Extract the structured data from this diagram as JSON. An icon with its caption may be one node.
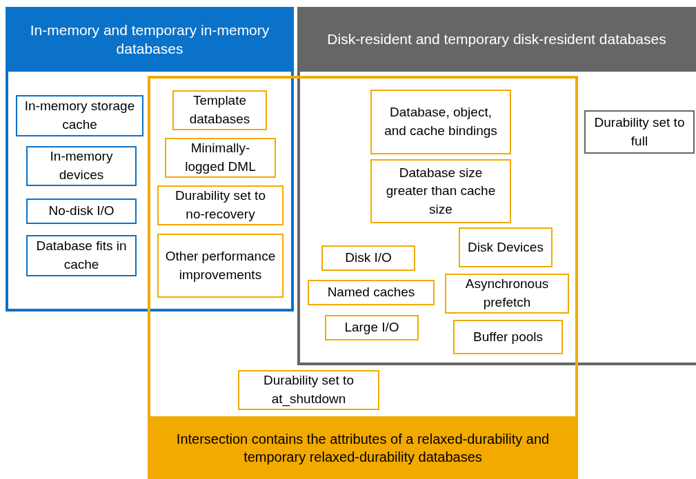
{
  "diagram": {
    "nodes": [
      {
        "text": [
          "In-memory and temporary in-memory databases"
        ]
      },
      {
        "text": [
          "Disk-resident and temporary disk-resident databases"
        ]
      },
      {
        "text": [
          "Intersection contains the attributes of a relaxed-durability and temporary relaxed-durability databases"
        ]
      },
      {
        "text": [
          "In-memory storage cache"
        ],
        "in": 0
      },
      {
        "text": [
          "In-memory devices"
        ],
        "in": 0
      },
      {
        "text": [
          "No-disk I/O"
        ],
        "in": 0
      },
      {
        "text": [
          "Database fits in cache"
        ],
        "in": 0
      },
      {
        "text": [
          "Template databases"
        ]
      },
      {
        "text": [
          "Minimally-logged DML"
        ]
      },
      {
        "text": [
          "Durability set to no-recovery"
        ]
      },
      {
        "text": [
          "Other performance improvements"
        ]
      },
      {
        "text": [
          "Database, object, and cache bindings"
        ]
      },
      {
        "text": [
          "Database size greater than cache size"
        ]
      },
      {
        "text": [
          "Disk I/O"
        ]
      },
      {
        "text": [
          "Disk Devices"
        ]
      },
      {
        "text": [
          "Named caches"
        ]
      },
      {
        "text": [
          "Asynchronous prefetch"
        ]
      },
      {
        "text": [
          "Large I/O"
        ]
      },
      {
        "text": [
          "Buffer pools"
        ]
      },
      {
        "text": [
          "Durability set to full"
        ],
        "in": 1
      },
      {
        "text": [
          "Durability set to at_shutdown"
        ],
        "in": 2
      }
    ]
  }
}
